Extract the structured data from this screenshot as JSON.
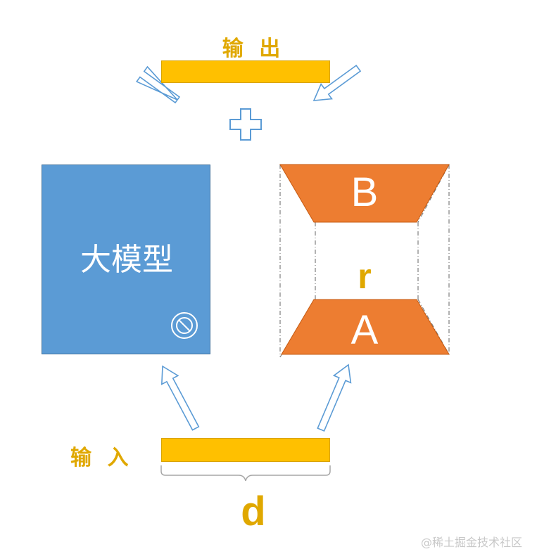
{
  "output_label": "输 出",
  "input_label": "输 入",
  "model": {
    "title": "大模型",
    "frozen_icon": "forbidden-circle-icon"
  },
  "lora": {
    "b_label": "B",
    "a_label": "A",
    "rank_label": "r"
  },
  "dimension_label": "d",
  "plus_icon": "plus-icon",
  "arrow_icon": "outline-arrow-icon",
  "watermark": "@稀土掘金技术社区",
  "colors": {
    "bar": "#ffc000",
    "model": "#5b9bd5",
    "lora": "#ed7d31",
    "label": "#e0a800",
    "arrow_stroke": "#5b9bd5"
  }
}
